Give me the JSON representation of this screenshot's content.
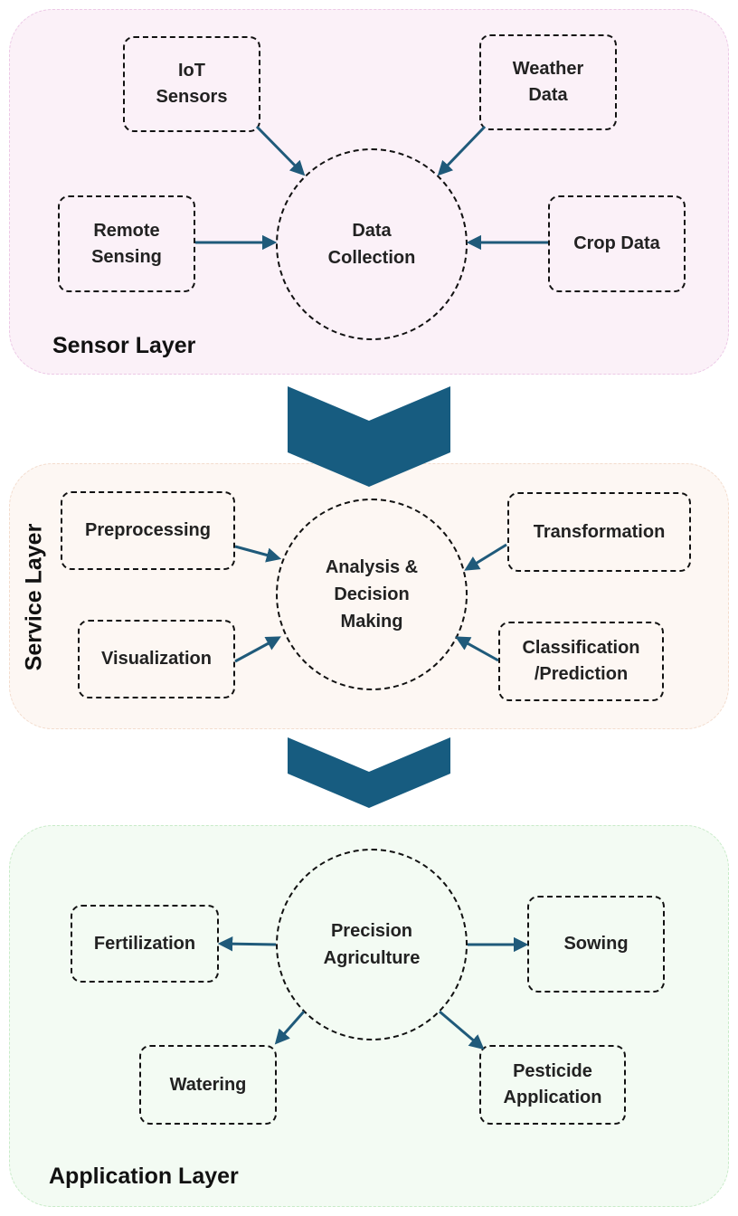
{
  "colors": {
    "arrow": "#1f5a7a",
    "chevron": "#175c80"
  },
  "sensor_layer": {
    "title": "Sensor Layer",
    "hub": "Data\nCollection",
    "inputs": {
      "iot": "IoT\nSensors",
      "weather": "Weather\nData",
      "remote": "Remote\nSensing",
      "crop": "Crop Data"
    }
  },
  "service_layer": {
    "title": "Service Layer",
    "hub": "Analysis &\nDecision\nMaking",
    "inputs": {
      "preprocessing": "Preprocessing",
      "transformation": "Transformation",
      "visualization": "Visualization",
      "classification": "Classification\n/Prediction"
    }
  },
  "application_layer": {
    "title": "Application Layer",
    "hub": "Precision\nAgriculture",
    "outputs": {
      "fertilization": "Fertilization",
      "sowing": "Sowing",
      "watering": "Watering",
      "pesticide": "Pesticide\nApplication"
    }
  }
}
